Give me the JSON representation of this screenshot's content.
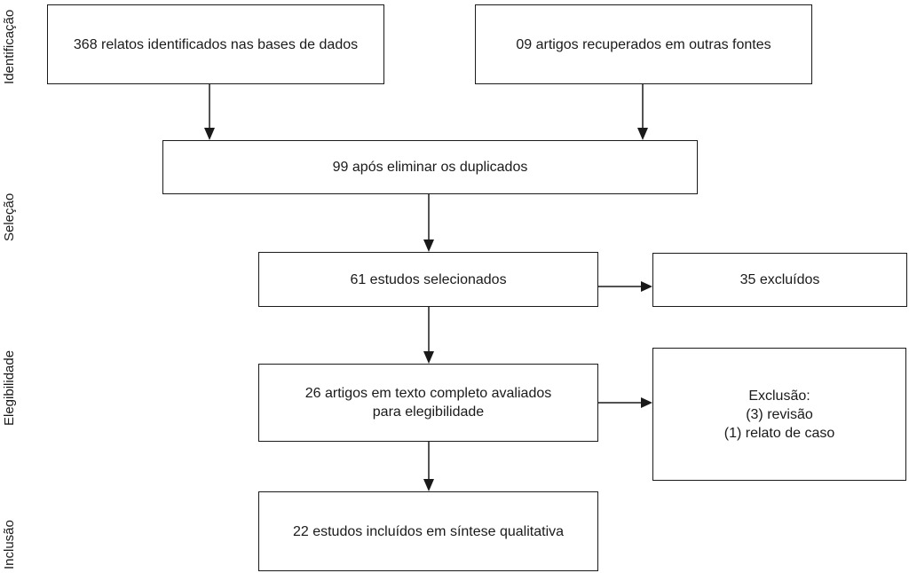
{
  "stages": {
    "identificacao": "Identificação",
    "selecao": "Seleção",
    "elegibilidade": "Elegibilidade",
    "inclusao": "Inclusão"
  },
  "boxes": {
    "databases": "368 relatos identificados nas bases de dados",
    "other_sources": "09 artigos recuperados em outras fontes",
    "deduplicated": "99 após eliminar os duplicados",
    "selected": "61 estudos selecionados",
    "excluded": "35 excluídos",
    "fulltext": "26 artigos em texto completo avaliados\npara elegibilidade",
    "exclusion_title": "Exclusão:",
    "exclusion_review": "(3) revisão",
    "exclusion_case": "(1) relato de caso",
    "included": "22 estudos incluídos em síntese qualitativa"
  }
}
